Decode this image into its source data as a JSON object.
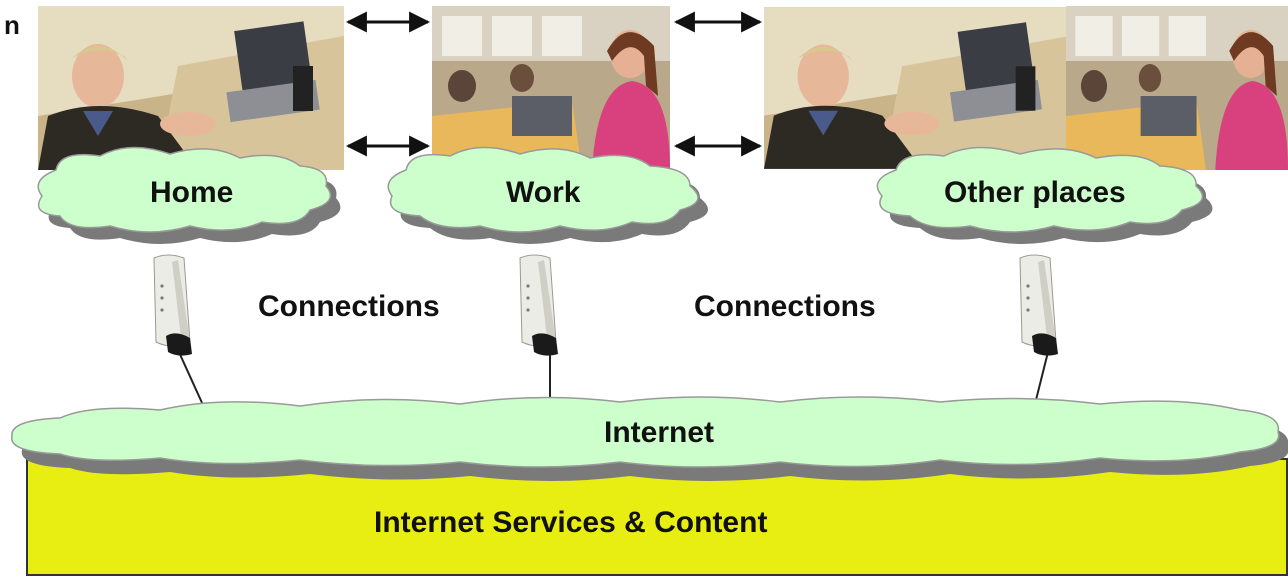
{
  "corner_text": "n",
  "places": {
    "home": "Home",
    "work": "Work",
    "other": "Other places"
  },
  "connections": [
    "Connections",
    "Connections"
  ],
  "internet": "Internet",
  "services": "Internet Services & Content",
  "colors": {
    "cloud_fill": "#ccffcc",
    "cloud_shadow": "#7a7a7a",
    "services_fill": "#e8ee12"
  }
}
